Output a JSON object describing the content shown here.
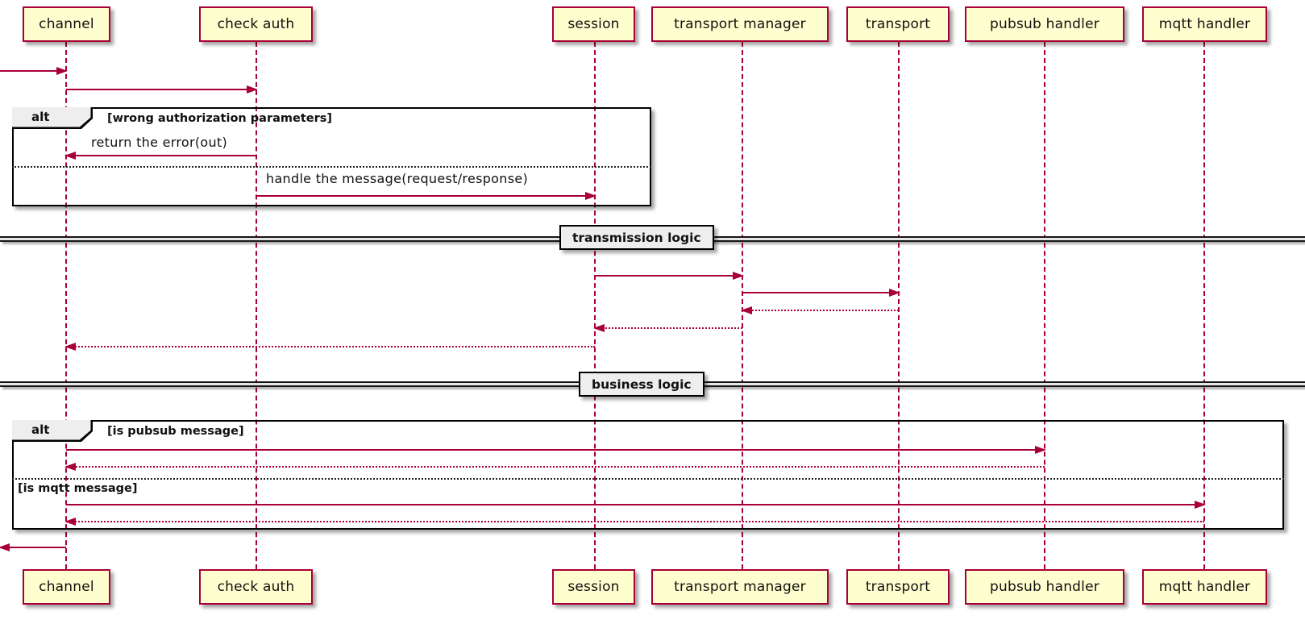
{
  "diagram_type": "sequence-diagram",
  "participants": [
    {
      "label": "channel"
    },
    {
      "label": "check auth"
    },
    {
      "label": "session"
    },
    {
      "label": "transport manager"
    },
    {
      "label": "transport"
    },
    {
      "label": "pubsub handler"
    },
    {
      "label": "mqtt handler"
    }
  ],
  "arrows": [
    {
      "from": "[external-left]",
      "to": "channel",
      "style": "solid"
    },
    {
      "from": "channel",
      "to": "check auth",
      "style": "solid"
    },
    {
      "from": "check auth",
      "to": "channel",
      "style": "solid",
      "label": "return the error(out)"
    },
    {
      "from": "check auth",
      "to": "session",
      "style": "solid",
      "label": "handle the message(request/response)"
    },
    {
      "from": "session",
      "to": "transport manager",
      "style": "solid"
    },
    {
      "from": "transport manager",
      "to": "transport",
      "style": "solid"
    },
    {
      "from": "transport",
      "to": "transport manager",
      "style": "dotted"
    },
    {
      "from": "transport manager",
      "to": "session",
      "style": "dotted"
    },
    {
      "from": "session",
      "to": "channel",
      "style": "dotted"
    },
    {
      "from": "channel",
      "to": "pubsub handler",
      "style": "solid"
    },
    {
      "from": "pubsub handler",
      "to": "channel",
      "style": "dotted"
    },
    {
      "from": "channel",
      "to": "mqtt handler",
      "style": "solid"
    },
    {
      "from": "mqtt handler",
      "to": "channel",
      "style": "dotted"
    },
    {
      "from": "channel",
      "to": "[external-left]",
      "style": "solid"
    }
  ],
  "frames": {
    "alt_auth": {
      "operator": "alt",
      "conditions": [
        "[wrong authorization parameters]"
      ]
    },
    "alt_business": {
      "operator": "alt",
      "conditions": [
        "[is pubsub message]",
        "[is mqtt message]"
      ]
    }
  },
  "dividers": {
    "transmission": {
      "label": "transmission logic"
    },
    "business": {
      "label": "business logic"
    }
  },
  "colors": {
    "participant_fill": "#FEFECE",
    "participant_border": "#A80036",
    "arrow": "#A80036",
    "lifeline": "#A80036",
    "frame_border": "#000000",
    "operator_fill": "#EEEEEE",
    "divider_label_fill": "#EEEEEE"
  }
}
